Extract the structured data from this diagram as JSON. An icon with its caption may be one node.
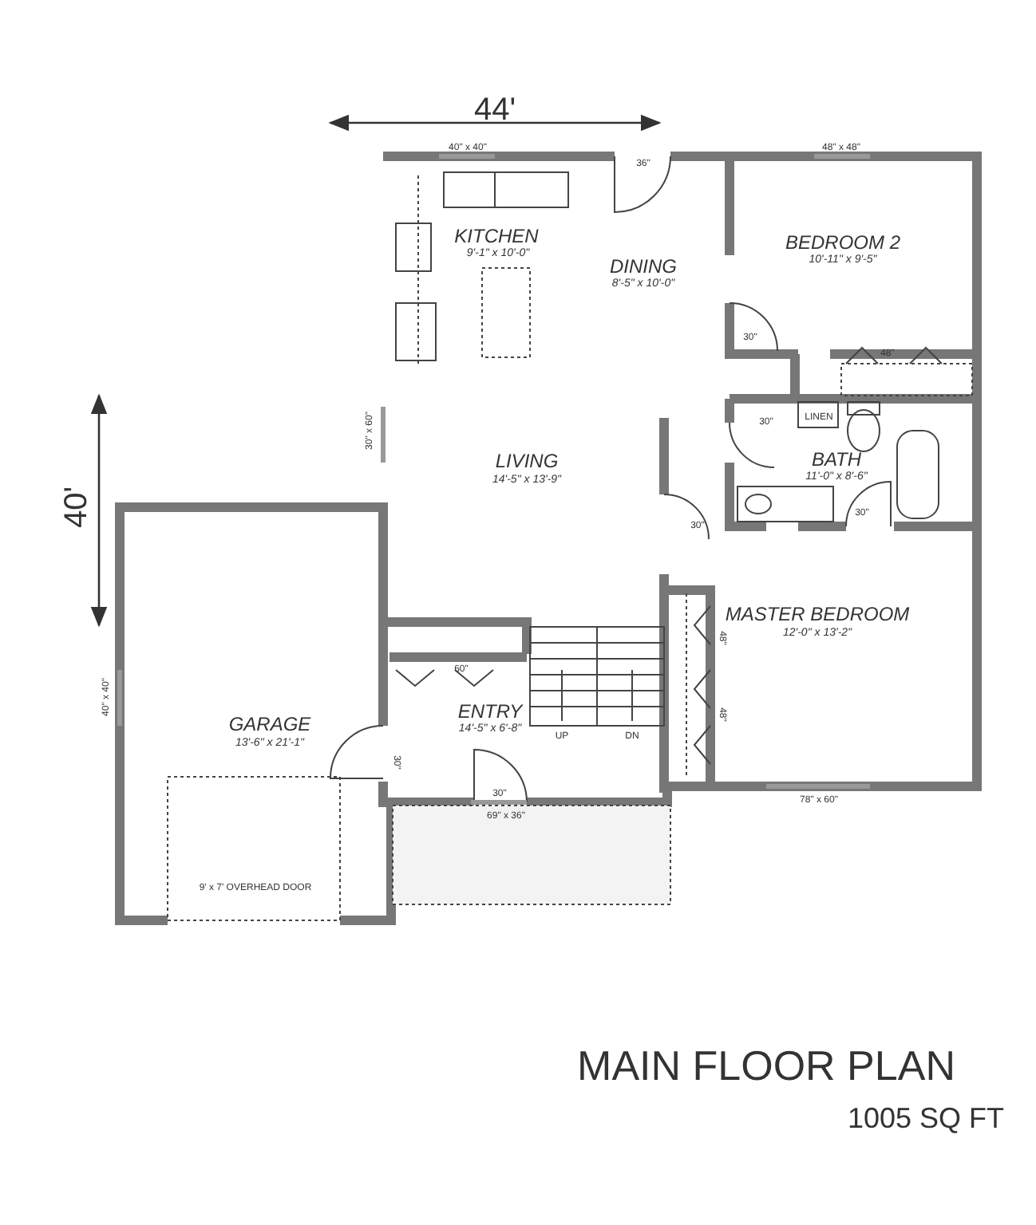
{
  "diagram": {
    "title": "MAIN FLOOR PLAN",
    "caption": "1005 SQ FT",
    "labels": [
      "44'",
      "40\" x 40\"",
      "36\"",
      "48\" x 48\"",
      "KITCHEN",
      "9'-1\" x 10'-0\"",
      "DINING",
      "8'-5\" x 10'-0\"",
      "BEDROOM 2",
      "10'-11\" x 9'-5\"",
      "30\"",
      "48\"",
      "40'",
      "30\" x 60\"",
      "LINEN",
      "30\"",
      "LIVING",
      "14'-5\" x 13'-9\"",
      "BATH",
      "11'-0\" x 8'-6\"",
      "30\"",
      "30\"",
      "MASTER BEDROOM",
      "12'-0\" x 13'-2\"",
      "48\"",
      "40\" x 40\"",
      "60\"",
      "ENTRY",
      "14'-5\" x 6'-8\"",
      "UP",
      "48\"",
      "DN",
      "GARAGE",
      "13'-6\" x 21'-1\"",
      "30\"",
      "30\"",
      "69\" x 36\"",
      "78\" x 60\"",
      "9' x 7' OVERHEAD DOOR"
    ]
  }
}
